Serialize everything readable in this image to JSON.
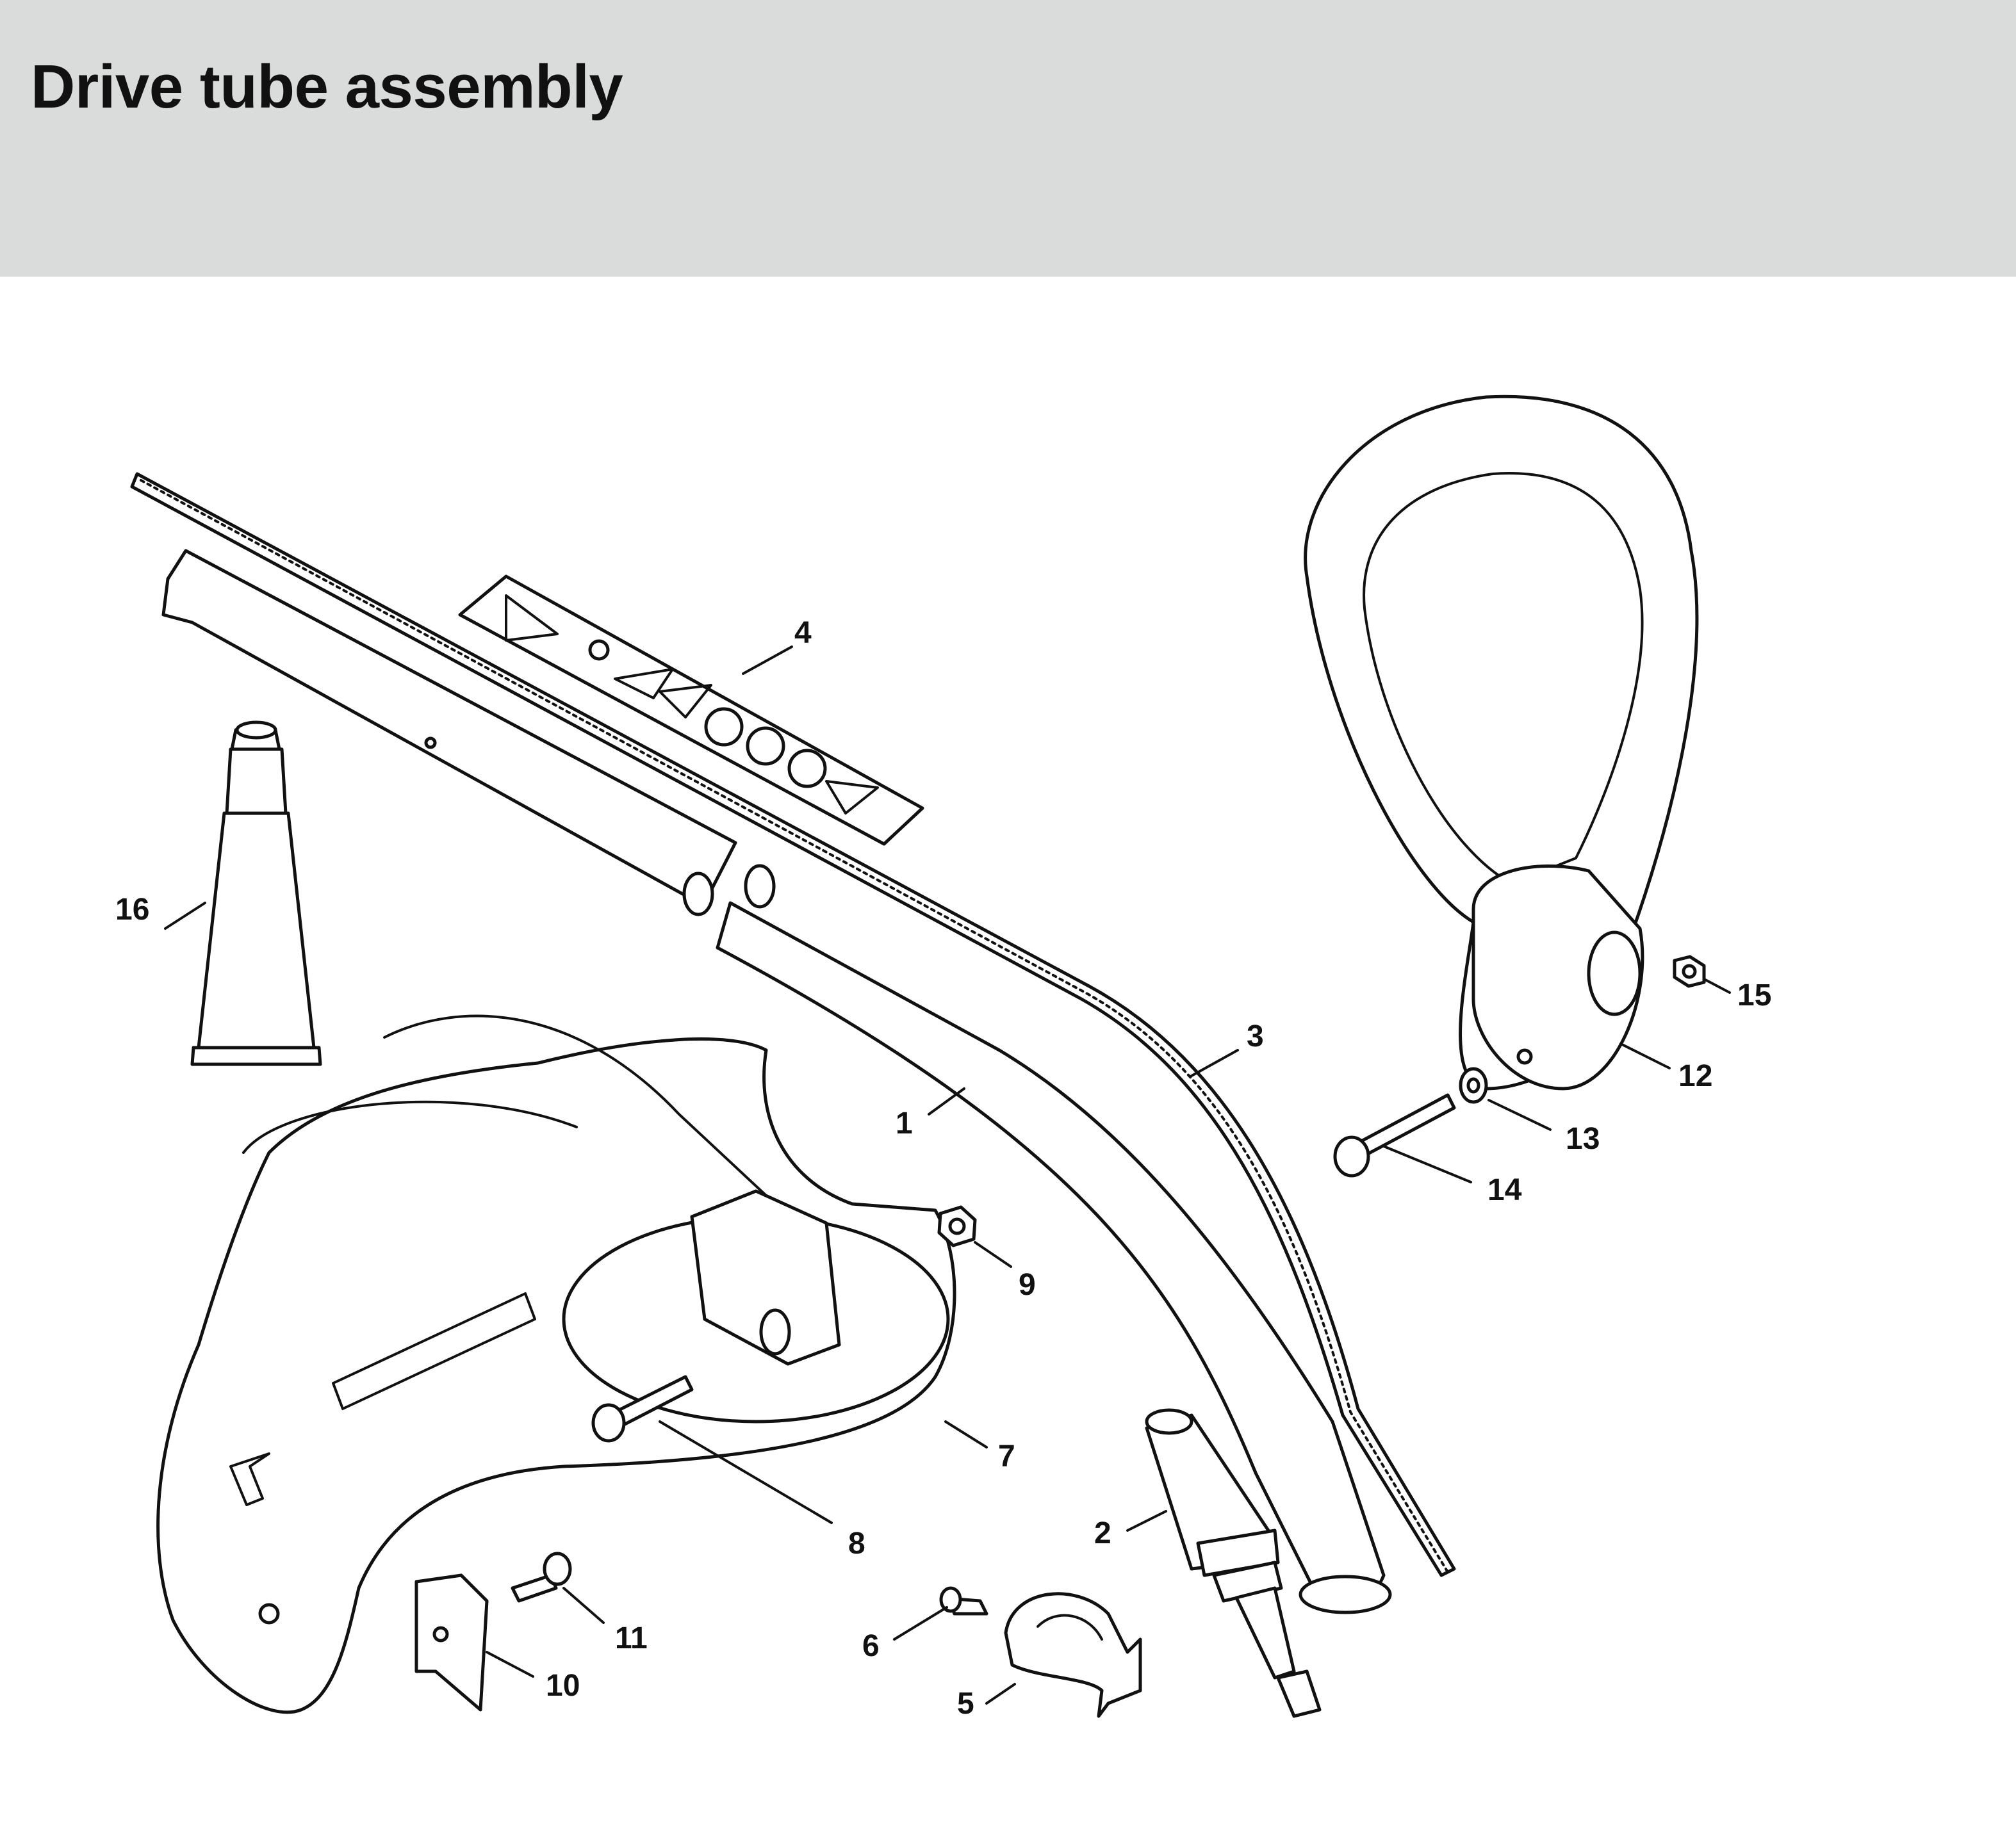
{
  "title": "Drive tube assembly",
  "callouts": [
    {
      "id": "c1",
      "label": "1"
    },
    {
      "id": "c2",
      "label": "2"
    },
    {
      "id": "c3",
      "label": "3"
    },
    {
      "id": "c4",
      "label": "4"
    },
    {
      "id": "c5",
      "label": "5"
    },
    {
      "id": "c6",
      "label": "6"
    },
    {
      "id": "c7",
      "label": "7"
    },
    {
      "id": "c8",
      "label": "8"
    },
    {
      "id": "c9",
      "label": "9"
    },
    {
      "id": "c10",
      "label": "10"
    },
    {
      "id": "c11",
      "label": "11"
    },
    {
      "id": "c12",
      "label": "12"
    },
    {
      "id": "c13",
      "label": "13"
    },
    {
      "id": "c14",
      "label": "14"
    },
    {
      "id": "c15",
      "label": "15"
    },
    {
      "id": "c16",
      "label": "16"
    }
  ],
  "colors": {
    "header_bg": "#dadcdb",
    "ink": "#111111",
    "paper": "#ffffff"
  }
}
